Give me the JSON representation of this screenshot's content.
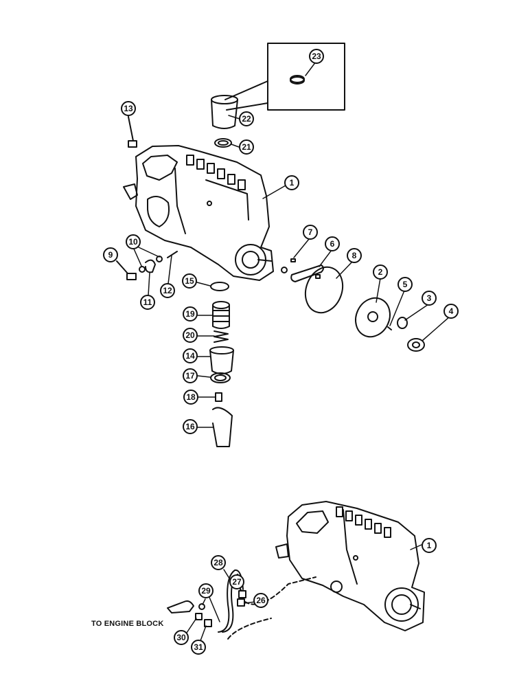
{
  "callouts": {
    "c1a": "1",
    "c2": "2",
    "c3": "3",
    "c4": "4",
    "c5": "5",
    "c6": "6",
    "c7": "7",
    "c8": "8",
    "c9": "9",
    "c10": "10",
    "c11": "11",
    "c12": "12",
    "c13": "13",
    "c14": "14",
    "c15": "15",
    "c16": "16",
    "c17": "17",
    "c18": "18",
    "c19": "19",
    "c20": "20",
    "c21": "21",
    "c22": "22",
    "c23": "23",
    "c1b": "1",
    "c26": "26",
    "c27": "27",
    "c28": "28",
    "c29": "29",
    "c30": "30",
    "c31": "31"
  },
  "note": "TO ENGINE BLOCK"
}
